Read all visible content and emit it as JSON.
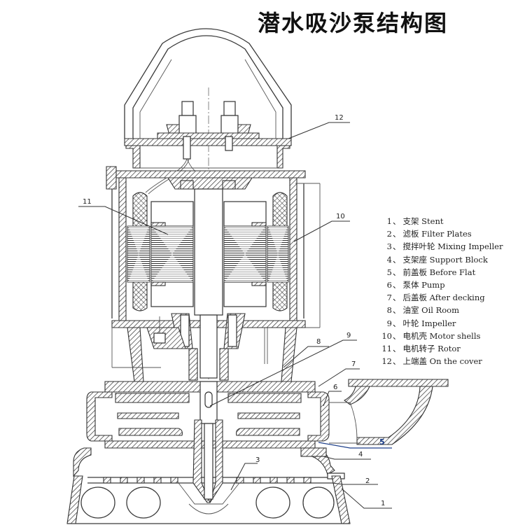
{
  "title": "潜水吸沙泵结构图",
  "legend": [
    {
      "number": "1",
      "zh": "支架",
      "en": "Stent"
    },
    {
      "number": "2",
      "zh": "滤板",
      "en": "Filter Plates"
    },
    {
      "number": "3",
      "zh": "搅拌叶轮",
      "en": "Mixing Impeller"
    },
    {
      "number": "4",
      "zh": "支架座",
      "en": "Support Block"
    },
    {
      "number": "5",
      "zh": "前盖板",
      "en": "Before Flat"
    },
    {
      "number": "6",
      "zh": "泵体",
      "en": "Pump"
    },
    {
      "number": "7",
      "zh": "后盖板",
      "en": "After decking"
    },
    {
      "number": "8",
      "zh": "油室",
      "en": "Oil Room"
    },
    {
      "number": "9",
      "zh": "叶轮",
      "en": "Impeller"
    },
    {
      "number": "10",
      "zh": "电机壳",
      "en": "Motor shells"
    },
    {
      "number": "11",
      "zh": "电机转子",
      "en": "Rotor"
    },
    {
      "number": "12",
      "zh": "上端盖",
      "en": "On the cover"
    }
  ],
  "callouts": {
    "c1": "1",
    "c2": "2",
    "c3": "3",
    "c4": "4",
    "c5": "5",
    "c6": "6",
    "c7": "7",
    "c8": "8",
    "c9": "9",
    "c10": "10",
    "c11": "11",
    "c12": "12"
  },
  "legend_separator": "、",
  "colors": {
    "line": "#3a3a3a",
    "highlight_callout": "#1d3f8a",
    "background": "#ffffff"
  }
}
